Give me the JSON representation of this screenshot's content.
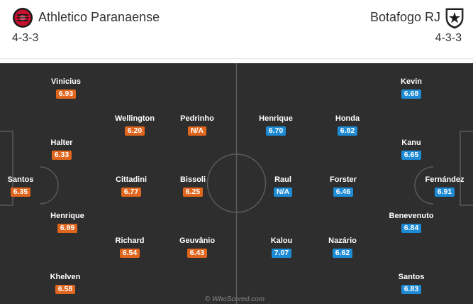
{
  "colors": {
    "home_rating_bg": "#e0651d",
    "away_rating_bg": "#1d8bd5",
    "pitch": "#2e2e2e",
    "lines": "#5a5a5a"
  },
  "home": {
    "name": "Athletico Paranaense",
    "formation": "4-3-3",
    "crest_icon": "athletico-crest-icon",
    "players": [
      {
        "name": "Vinicius",
        "rating": "6.93"
      },
      {
        "name": "Halter",
        "rating": "6.33"
      },
      {
        "name": "Santos",
        "rating": "6.35"
      },
      {
        "name": "Henrique",
        "rating": "6.99"
      },
      {
        "name": "Khelven",
        "rating": "6.58"
      },
      {
        "name": "Wellington",
        "rating": "6.20"
      },
      {
        "name": "Cittadini",
        "rating": "6.77"
      },
      {
        "name": "Richard",
        "rating": "6.54"
      },
      {
        "name": "Pedrinho",
        "rating": "N/A"
      },
      {
        "name": "Bissoli",
        "rating": "6.25"
      },
      {
        "name": "Geuvânio",
        "rating": "6.43"
      }
    ]
  },
  "away": {
    "name": "Botafogo RJ",
    "formation": "4-3-3",
    "crest_icon": "botafogo-crest-icon",
    "players": [
      {
        "name": "Henrique",
        "rating": "6.70"
      },
      {
        "name": "Raul",
        "rating": "N/A"
      },
      {
        "name": "Kalou",
        "rating": "7.07"
      },
      {
        "name": "Honda",
        "rating": "6.82"
      },
      {
        "name": "Forster",
        "rating": "6.46"
      },
      {
        "name": "Nazário",
        "rating": "6.62"
      },
      {
        "name": "Kevin",
        "rating": "6.68"
      },
      {
        "name": "Kanu",
        "rating": "6.65"
      },
      {
        "name": "Fernández",
        "rating": "6.91"
      },
      {
        "name": "Benevenuto",
        "rating": "6.84"
      },
      {
        "name": "Santos",
        "rating": "6.83"
      }
    ]
  },
  "watermark": "© WhoScored.com"
}
